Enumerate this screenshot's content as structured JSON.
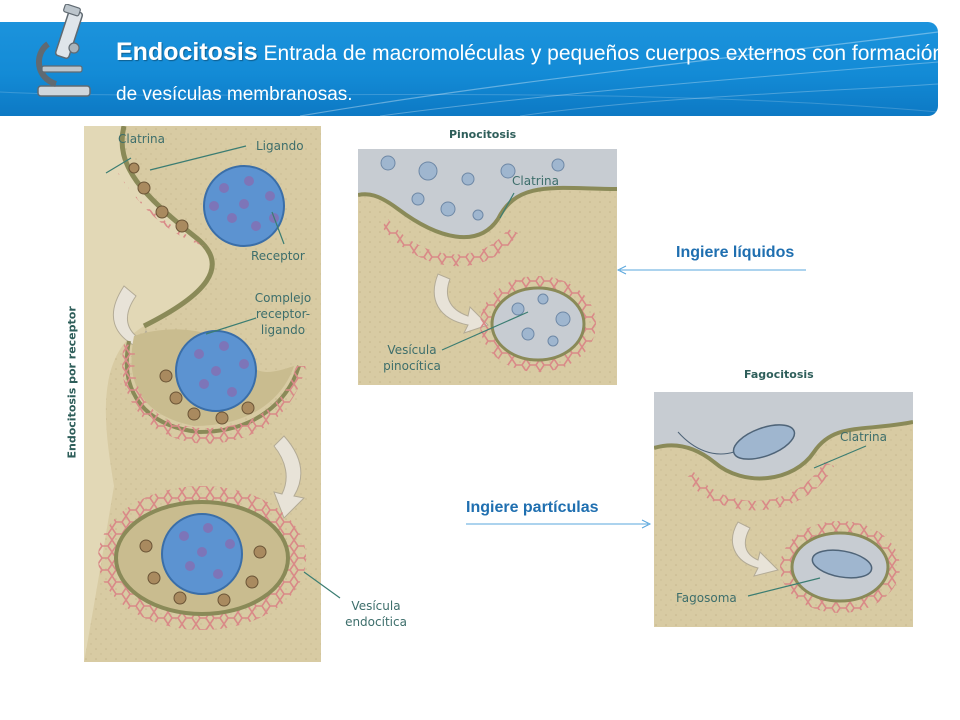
{
  "header": {
    "title_bold": "Endocitosis",
    "title_rest": " Entrada de macromoléculas y pequeños cuerpos externos con formación",
    "title_line2": "de vesículas membranosas.",
    "icon": "microscope-icon"
  },
  "receptor_panel": {
    "side_label": "Endocitosis por receptor",
    "labels": {
      "clatrina": "Clatrina",
      "ligando": "Ligando",
      "receptor": "Receptor",
      "complejo_1": "Complejo",
      "complejo_2": "receptor-",
      "complejo_3": "ligando",
      "vesicula_1": "Vesícula",
      "vesicula_2": "endocítica"
    }
  },
  "pinocitosis_panel": {
    "heading": "Pinocitosis",
    "labels": {
      "clatrina": "Clatrina",
      "vesicula_1": "Vesícula",
      "vesicula_2": "pinocítica"
    },
    "callout": "Ingiere líquidos"
  },
  "fagocitosis_panel": {
    "heading": "Fagocitosis",
    "labels": {
      "clatrina": "Clatrina",
      "fagosoma": "Fagosoma"
    },
    "callout": "Ingiere partículas"
  },
  "colors": {
    "banner": "#138bd6",
    "callout_text": "#1f6fb0",
    "label_text": "#3d6e6b",
    "membrane": "#d88c8c",
    "background": "#d9cca3"
  }
}
